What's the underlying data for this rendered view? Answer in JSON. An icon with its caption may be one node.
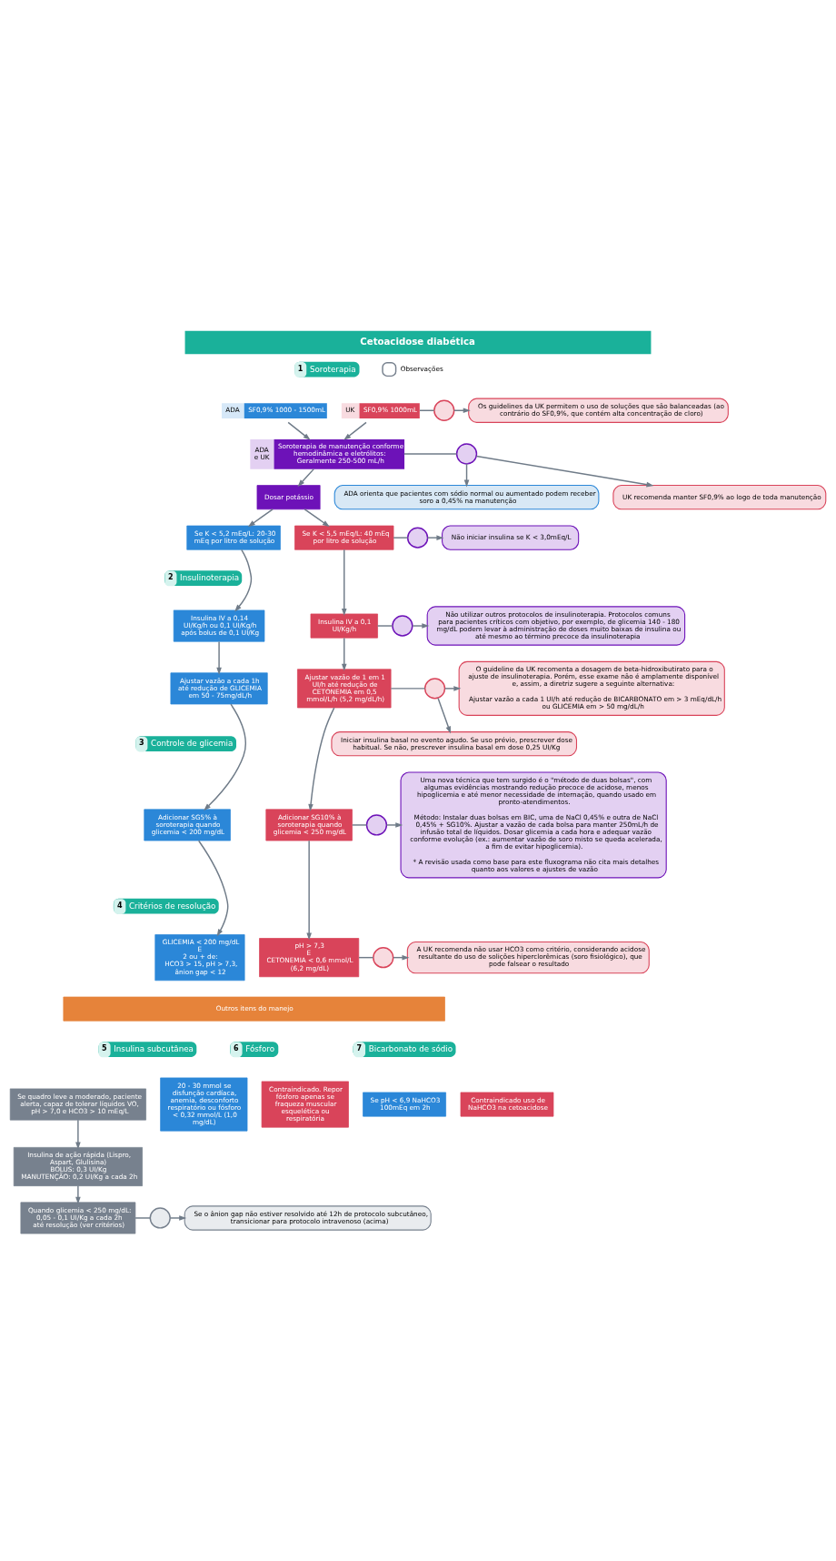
{
  "diagram": {
    "title": "Cetoacidose diabética",
    "nodes": [
      {
        "text": [
          "1",
          "Soroterapia"
        ]
      },
      {
        "text": [
          "ADA",
          "SF0,9% 1000 - 1500mL"
        ]
      },
      {
        "text": [
          "UK",
          "SF0,9% 1000mL"
        ]
      },
      {
        "text": [],
        "shape": "circle"
      },
      {
        "text": [
          "Os guidelines da UK permitem o uso de soluções que são balanceadas (ao contrário do SF0,9%, que contém alta concentração de cloro)"
        ]
      },
      {
        "text": [
          "ADA e UK",
          "Soroterapia de manutenção conforme hemodinâmica e eletrólitos:",
          "Geralmente 250-500 mL/h"
        ]
      },
      {
        "text": [],
        "shape": "circle"
      },
      {
        "text": [
          "ADA orienta que pacientes com sódio normal ou aumentado podem receber soro a 0,45% na manutenção"
        ]
      },
      {
        "text": [
          "UK recomenda manter SF0,9% ao logo de toda manutenção"
        ]
      },
      {
        "text": [
          "Dosar potássio"
        ]
      },
      {
        "text": [
          "Se K < 5,2 mEq/L: 20-30 mEq por litro de solução"
        ]
      },
      {
        "text": [
          "Se K < 5,5 mEq/L: 40 mEq por litro de solução"
        ]
      },
      {
        "text": [],
        "shape": "circle"
      },
      {
        "text": [
          "Não iniciar insulina se K < 3,0mEq/L"
        ]
      },
      {
        "text": [
          "2",
          "Insulinoterapia"
        ]
      },
      {
        "text": [
          "Insulina IV a 0,14 UI/Kg/h ou 0,1 UI/Kg/h após bolus de 0,1 UI/Kg"
        ]
      },
      {
        "text": [
          "Insulina IV a 0,1 UI/Kg/h"
        ]
      },
      {
        "text": [],
        "shape": "circle"
      },
      {
        "text": [
          "Não utilizar outros protocolos de insulinoterapia. Protocolos comuns para pacientes críticos com objetivo, por exemplo, de glicemia 140 - 180 mg/dL podem levar à administração de doses muito baixas de insulina ou até mesmo ao término precoce da insulinoterapia"
        ]
      },
      {
        "text": [
          "Ajustar vazão a cada 1h até redução de GLICEMIA em 50 - 75mg/dL/h"
        ]
      },
      {
        "text": [
          "Ajustar vazão de 1 em 1 UI/h até redução de CETONEMIA em 0,5 mmol/L/h (5,2 mg/dL/h)"
        ]
      },
      {
        "text": [],
        "shape": "circle"
      },
      {
        "text": [
          "O guideline da UK recomenta a dosagem de beta-hidroxibutirato para o ajuste de insulinoterapia. Porém, esse exame não é amplamente disponível e, assim, a diretriz sugere a seguinte alternativa:",
          "Ajustar vazão a cada 1 UI/h até redução de BICARBONATO em > 3 mEq/dL/h ou GLICEMIA em > 50 mg/dL/h"
        ]
      },
      {
        "text": [
          "Iniciar insulina basal no evento agudo. Se uso prévio, prescrever dose habitual. Se não, prescrever insulina basal em dose 0,25 UI/Kg"
        ]
      },
      {
        "text": [
          "3",
          "Controle de glicemia"
        ]
      },
      {
        "text": [
          "Adicionar SG5% à soroterapia quando glicemia < 200 mg/dL"
        ]
      },
      {
        "text": [
          "Adicionar SG10% à soroterapia quando glicemia < 250 mg/dL"
        ]
      },
      {
        "text": [],
        "shape": "circle"
      },
      {
        "text": [
          "Uma nova técnica que tem surgido é o \"método de duas bolsas\", com algumas evidências mostrando redução precoce de acidose, menos hipoglicemia e até menor necessidade de internação, quando usado em pronto-atendimentos.",
          "Método: Instalar duas bolsas em BIC, uma de NaCl 0,45% e outra de NaCl 0,45% + SG10%. Ajustar a vazão de cada bolsa para manter 250mL/h de infusão total de líquidos. Dosar glicemia a cada hora e adequar vazão conforme evolução (ex.: aumentar vazão de soro misto se queda acelerada, a fim de evitar hipoglicemia).",
          "* A revisão usada como base para este fluxograma não cita mais detalhes quanto aos valores e ajustes de vazão"
        ]
      },
      {
        "text": [
          "4",
          "Critérios de resolução"
        ]
      },
      {
        "text": [
          "GLICEMIA < 200 mg/dL",
          "E",
          "2 ou + de:",
          "HCO3 > 15, pH > 7,3, ânion gap < 12"
        ]
      },
      {
        "text": [
          "pH > 7,3",
          "E",
          "CETONEMIA < 0,6 mmol/L (6,2 mg/dL)"
        ]
      },
      {
        "text": [],
        "shape": "circle"
      },
      {
        "text": [
          "A UK recomenda não usar HCO3 como critério, considerando acidose resultante do uso de solições hiperclorêmicas (soro fisiológico), que pode falsear o resultado"
        ]
      },
      {
        "text": [
          "Outros itens do manejo"
        ]
      },
      {
        "text": [
          "5",
          "Insulina subcutânea"
        ]
      },
      {
        "text": [
          "6",
          "Fósforo"
        ]
      },
      {
        "text": [
          "7",
          "Bicarbonato de sódio"
        ]
      },
      {
        "text": [
          "Se quadro leve a moderado, paciente alerta, capaz de tolerar líquidos VO, pH > 7,0 e HCO3 > 10 mEq/L"
        ]
      },
      {
        "text": [
          "Insulina de ação rápida (Lispro, Aspart, Glulisina)",
          "BOLUS: 0,3 UI/Kg",
          "MANUTENÇÃO: 0,2 UI/Kg a cada 2h"
        ]
      },
      {
        "text": [
          "Quando glicemia < 250 mg/dL:",
          "0,05 - 0,1 UI/Kg a cada 2h",
          "até resolução (ver critérios)"
        ]
      },
      {
        "text": [],
        "shape": "circle"
      },
      {
        "text": [
          "Se o ânion gap não estiver resolvido até 12h de protocolo subcutâneo, transicionar para protocolo intravenoso (acima)"
        ]
      },
      {
        "text": [
          "20 - 30 mmol se disfunção cardíaca, anemia, desconforto respiratório ou fósforo < 0,32 mmol/L (1,0 mg/dL)"
        ]
      },
      {
        "text": [
          "Contraindicado. Repor fósforo apenas se fraqueza muscular esquelética ou respiratória"
        ]
      },
      {
        "text": [
          "Se pH < 6,9 NaHCO3 100mEq em 2h"
        ]
      },
      {
        "text": [
          "Contraindicado uso de NaHCO3 na cetoacidose"
        ]
      }
    ],
    "edges": [
      {
        "from": 1,
        "to": 5,
        "arrow": "to"
      },
      {
        "from": 2,
        "to": 5,
        "arrow": "to"
      },
      {
        "from": 2,
        "to": 3,
        "arrow": "none"
      },
      {
        "from": 3,
        "to": 4,
        "arrow": "to"
      },
      {
        "from": 5,
        "to": 9,
        "arrow": "to"
      },
      {
        "from": 5,
        "to": 6,
        "arrow": "none"
      },
      {
        "from": 6,
        "to": 7,
        "arrow": "to"
      },
      {
        "from": 6,
        "to": 8,
        "arrow": "to"
      },
      {
        "from": 9,
        "to": 10,
        "arrow": "to"
      },
      {
        "from": 9,
        "to": 11,
        "arrow": "to"
      },
      {
        "from": 11,
        "to": 12,
        "arrow": "none"
      },
      {
        "from": 12,
        "to": 13,
        "arrow": "to"
      },
      {
        "from": 10,
        "to": 15,
        "arrow": "to"
      },
      {
        "from": 11,
        "to": 16,
        "arrow": "to"
      },
      {
        "from": 16,
        "to": 17,
        "arrow": "none"
      },
      {
        "from": 17,
        "to": 18,
        "arrow": "to"
      },
      {
        "from": 15,
        "to": 19,
        "arrow": "to"
      },
      {
        "from": 16,
        "to": 20,
        "arrow": "to"
      },
      {
        "from": 20,
        "to": 21,
        "arrow": "none"
      },
      {
        "from": 21,
        "to": 22,
        "arrow": "to"
      },
      {
        "from": 21,
        "to": 23,
        "arrow": "to"
      },
      {
        "from": 19,
        "to": 25,
        "arrow": "to"
      },
      {
        "from": 20,
        "to": 26,
        "arrow": "to"
      },
      {
        "from": 26,
        "to": 27,
        "arrow": "none"
      },
      {
        "from": 27,
        "to": 28,
        "arrow": "to"
      },
      {
        "from": 25,
        "to": 30,
        "arrow": "to"
      },
      {
        "from": 26,
        "to": 31,
        "arrow": "to"
      },
      {
        "from": 31,
        "to": 32,
        "arrow": "none"
      },
      {
        "from": 32,
        "to": 33,
        "arrow": "to"
      },
      {
        "from": 38,
        "to": 39,
        "arrow": "to"
      },
      {
        "from": 39,
        "to": 40,
        "arrow": "to"
      },
      {
        "from": 40,
        "to": 41,
        "arrow": "none"
      },
      {
        "from": 41,
        "to": 42,
        "arrow": "to"
      }
    ],
    "legend": [
      {
        "text": "Observações"
      }
    ]
  }
}
